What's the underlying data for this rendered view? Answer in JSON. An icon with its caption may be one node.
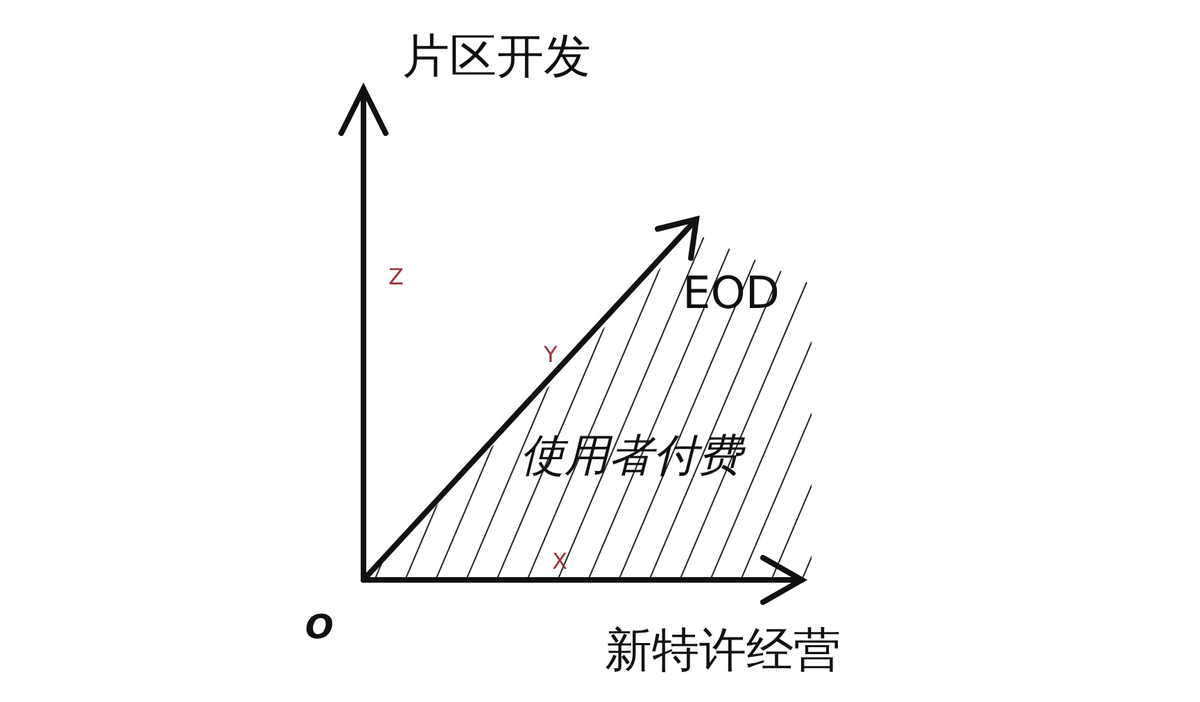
{
  "diagram": {
    "labels": [
      "片区开发",
      "Z",
      "EOD",
      "Y",
      "使用者付费",
      "X",
      "O",
      "新特许经营"
    ]
  }
}
